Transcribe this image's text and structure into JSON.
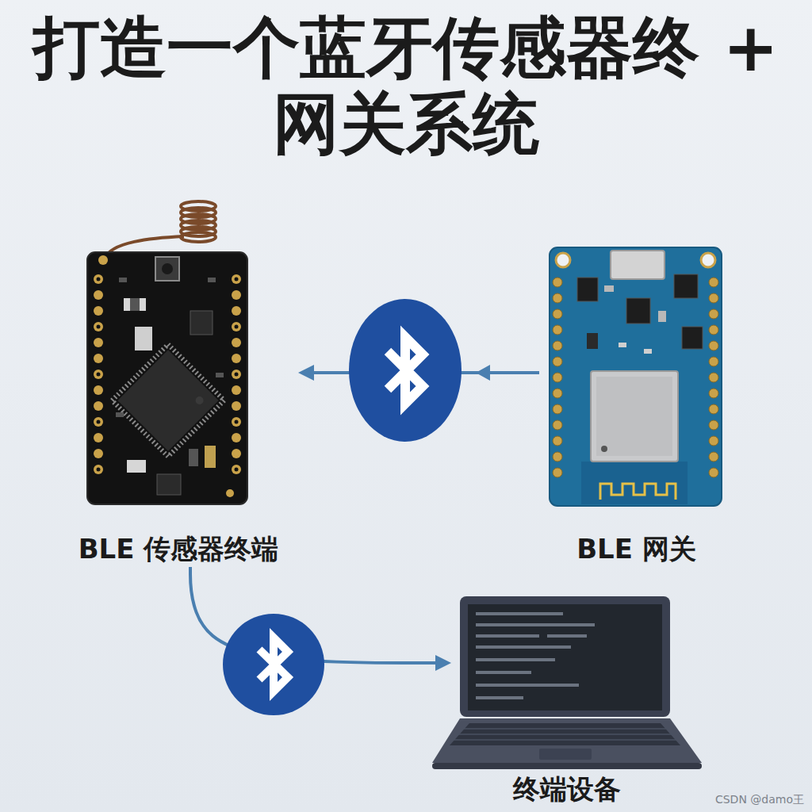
{
  "diagram": {
    "title": "打造一个蓝牙传感器终 + 网关系统",
    "nodes": [
      {
        "text": [
          "BLE 传感器终端"
        ]
      },
      {
        "text": [
          "BLE 网关"
        ]
      },
      {
        "text": [
          "终端设备"
        ]
      }
    ],
    "edges": [
      {
        "from": 1,
        "to": 0,
        "arrow": "to"
      },
      {
        "from": 0,
        "to": 2,
        "arrow": "to"
      }
    ],
    "labels": [
      "CSDN @damo王"
    ]
  }
}
